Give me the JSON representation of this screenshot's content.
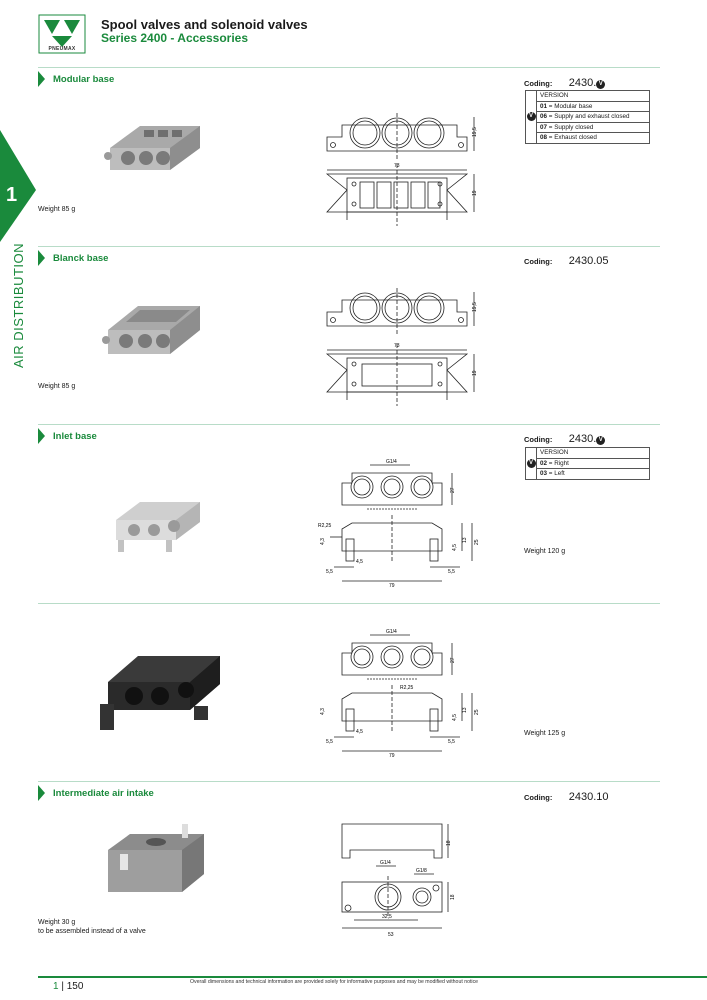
{
  "header": {
    "title": "Spool valves and solenoid valves",
    "subtitle": "Series 2400 - Accessories",
    "logo_text": "PNEUMAX"
  },
  "side_tab": {
    "number": "1",
    "label": "AIR DISTRIBUTION"
  },
  "sections": [
    {
      "title": "Modular base",
      "coding_label": "Coding:",
      "coding_value": "2430.",
      "coding_symbol": "V",
      "weight": "Weight 85 g",
      "dims": {
        "height_top": "19,5",
        "width": "73",
        "height_bottom": "19"
      },
      "version_table": {
        "header": "VERSION",
        "symbol": "V",
        "rows": [
          {
            "code": "01",
            "eq": "=",
            "text": "Modular base"
          },
          {
            "code": "06",
            "eq": "=",
            "text": "Supply and exhaust closed"
          },
          {
            "code": "07",
            "eq": "=",
            "text": "Supply closed"
          },
          {
            "code": "08",
            "eq": "=",
            "text": "Exhaust closed"
          }
        ]
      }
    },
    {
      "title": "Blanck base",
      "coding_label": "Coding:",
      "coding_value": "2430.05",
      "weight": "Weight 85 g",
      "dims": {
        "height_top": "19,5",
        "width": "73",
        "height_bottom": "19"
      }
    },
    {
      "title": "Inlet base",
      "coding_label": "Coding:",
      "coding_value": "2430.",
      "coding_symbol": "V",
      "weight": "Weight 120 g",
      "dims": {
        "thread": "G1/4",
        "h27": "27",
        "radius": "R2,25",
        "d43": "4,3",
        "d45": "4,5",
        "d55l": "5,5",
        "d55r": "5,5",
        "d45b": "4,5",
        "d13": "13",
        "d25": "25",
        "width": "79"
      },
      "version_table": {
        "header": "VERSION",
        "symbol": "V",
        "rows": [
          {
            "code": "02",
            "eq": "=",
            "text": "Right"
          },
          {
            "code": "03",
            "eq": "=",
            "text": "Left"
          }
        ]
      }
    },
    {
      "weight": "Weight 125 g",
      "dims": {
        "thread": "G1/4",
        "h27": "27",
        "radius": "R2,25",
        "d43": "4,3",
        "d45": "4,5",
        "d55l": "5,5",
        "d55r": "5,5",
        "d45b": "4,5",
        "d13": "13",
        "d25": "25",
        "width": "79"
      }
    },
    {
      "title": "Intermediate air intake",
      "coding_label": "Coding:",
      "coding_value": "2430.10",
      "weight": "Weight 30 g",
      "note": "to be assembled instead of a valve",
      "dims": {
        "h18a": "18",
        "thread_a": "G1/4",
        "thread_b": "G1/8",
        "h18b": "18",
        "d325": "32,5",
        "width": "53"
      }
    }
  ],
  "footer": {
    "page_section": "1",
    "separator": "|",
    "page_number": "150",
    "note": "Overall dimensions and technical information are provided solely for informative purposes and may be modified without notice"
  },
  "colors": {
    "brand_green": "#1a8a3c",
    "divider": "#b8dcc8",
    "text": "#1a1a1a"
  }
}
